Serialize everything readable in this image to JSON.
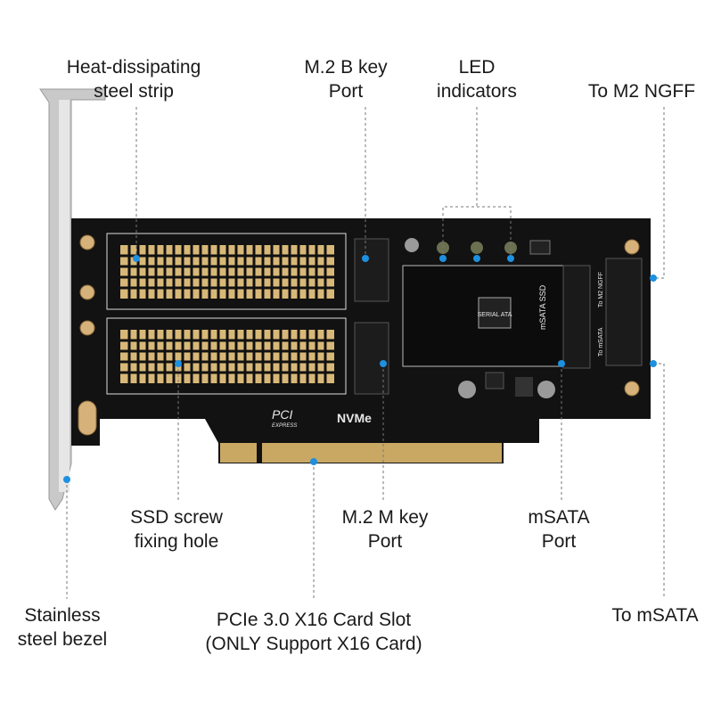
{
  "labels": {
    "heat_strip": [
      "Heat-dissipating",
      "steel strip"
    ],
    "b_key": [
      "M.2 B key",
      "Port"
    ],
    "led": [
      "LED",
      "indicators"
    ],
    "to_ngff": "To M2 NGFF",
    "screw_hole": [
      "SSD screw",
      "fixing hole"
    ],
    "m_key": [
      "M.2 M key",
      "Port"
    ],
    "msata_port": [
      "mSATA",
      "Port"
    ],
    "bezel": [
      "Stainless",
      "steel bezel"
    ],
    "pcie_slot": [
      "PCIe 3.0 X16 Card Slot",
      "(ONLY Support X16 Card)"
    ],
    "to_msata": "To mSATA"
  },
  "board_text": {
    "pci": "PCI",
    "express": "EXPRESS",
    "nvme": "NVMe",
    "msata_ssd": "mSATA SSD",
    "to_m2_ngff": "To M2 NGFF",
    "to_msata": "To mSATA",
    "serial_ata": "SERIAL ATA"
  },
  "colors": {
    "pointer": "#1e90e0",
    "board": "#111111",
    "gold": "#d8b878",
    "bracket": "#c8c8c8"
  }
}
